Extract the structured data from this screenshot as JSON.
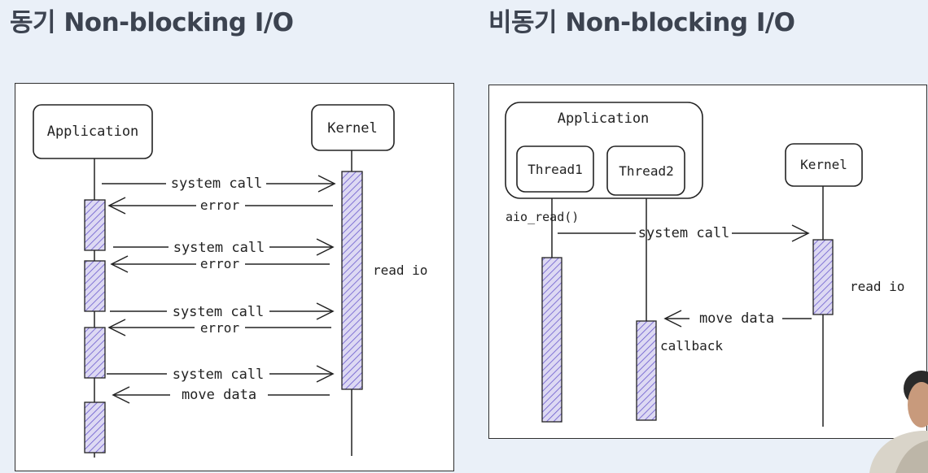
{
  "titles": {
    "left": "동기 Non-blocking I/O",
    "right": "비동기 Non-blocking I/O"
  },
  "left_diagram": {
    "application_label": "Application",
    "kernel_label": "Kernel",
    "kernel_note": "read io",
    "messages": [
      "system call",
      "error",
      "system call",
      "error",
      "system call",
      "error",
      "system call",
      "move data"
    ]
  },
  "right_diagram": {
    "application_label": "Application",
    "thread1_label": "Thread1",
    "thread2_label": "Thread2",
    "kernel_label": "Kernel",
    "call_label": "aio_read()",
    "system_call_label": "system call",
    "kernel_note": "read io",
    "move_data_label": "move data",
    "callback_label": "callback"
  },
  "colors": {
    "background": "#eaf0f8",
    "title": "#3c4350",
    "activation_fill": "#ddd9f3",
    "activation_hatch": "#6a5acd",
    "ink": "#222222"
  }
}
